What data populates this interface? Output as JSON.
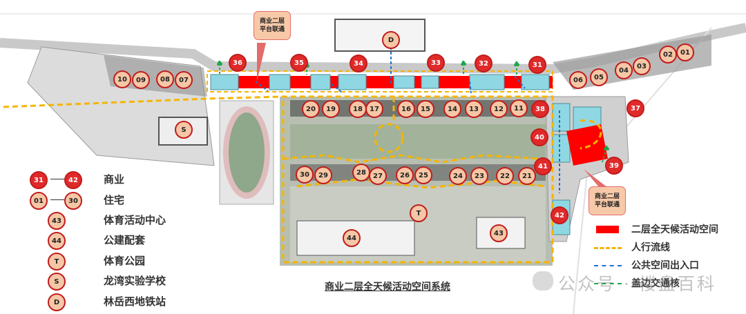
{
  "title": "商业二层全天候活动空间系统",
  "callouts": [
    {
      "line1": "商业二层",
      "line2": "平台联通"
    },
    {
      "line1": "商业二层",
      "line2": "平台联通"
    }
  ],
  "markers": [
    {
      "label": "01",
      "kind": "res"
    },
    {
      "label": "02",
      "kind": "res"
    },
    {
      "label": "03",
      "kind": "res"
    },
    {
      "label": "04",
      "kind": "res"
    },
    {
      "label": "05",
      "kind": "res"
    },
    {
      "label": "06",
      "kind": "res"
    },
    {
      "label": "07",
      "kind": "res"
    },
    {
      "label": "08",
      "kind": "res"
    },
    {
      "label": "09",
      "kind": "res"
    },
    {
      "label": "10",
      "kind": "res"
    },
    {
      "label": "11",
      "kind": "res"
    },
    {
      "label": "12",
      "kind": "res"
    },
    {
      "label": "13",
      "kind": "res"
    },
    {
      "label": "14",
      "kind": "res"
    },
    {
      "label": "15",
      "kind": "res"
    },
    {
      "label": "16",
      "kind": "res"
    },
    {
      "label": "17",
      "kind": "res"
    },
    {
      "label": "18",
      "kind": "res"
    },
    {
      "label": "19",
      "kind": "res"
    },
    {
      "label": "20",
      "kind": "res"
    },
    {
      "label": "21",
      "kind": "res"
    },
    {
      "label": "22",
      "kind": "res"
    },
    {
      "label": "23",
      "kind": "res"
    },
    {
      "label": "24",
      "kind": "res"
    },
    {
      "label": "25",
      "kind": "res"
    },
    {
      "label": "26",
      "kind": "res"
    },
    {
      "label": "27",
      "kind": "res"
    },
    {
      "label": "28",
      "kind": "res"
    },
    {
      "label": "29",
      "kind": "res"
    },
    {
      "label": "30",
      "kind": "res"
    },
    {
      "label": "31",
      "kind": "com"
    },
    {
      "label": "32",
      "kind": "com"
    },
    {
      "label": "33",
      "kind": "com"
    },
    {
      "label": "34",
      "kind": "com"
    },
    {
      "label": "35",
      "kind": "com"
    },
    {
      "label": "36",
      "kind": "com"
    },
    {
      "label": "37",
      "kind": "com"
    },
    {
      "label": "38",
      "kind": "com"
    },
    {
      "label": "39",
      "kind": "com"
    },
    {
      "label": "40",
      "kind": "com"
    },
    {
      "label": "41",
      "kind": "com"
    },
    {
      "label": "42",
      "kind": "com"
    },
    {
      "label": "S",
      "kind": "res"
    },
    {
      "label": "D",
      "kind": "res"
    },
    {
      "label": "T",
      "kind": "res"
    },
    {
      "label": "43",
      "kind": "res"
    },
    {
      "label": "44",
      "kind": "res"
    }
  ],
  "legend_left": [
    {
      "from": "31",
      "to": "42",
      "text": "商业"
    },
    {
      "from": "01",
      "to": "30",
      "text": "住宅"
    },
    {
      "code": "43",
      "text": "体育活动中心"
    },
    {
      "code": "44",
      "text": "公建配套"
    },
    {
      "code": "T",
      "text": "体育公园"
    },
    {
      "code": "S",
      "text": "龙湾实验学校"
    },
    {
      "code": "D",
      "text": "林岳西地铁站"
    }
  ],
  "legend_right": [
    {
      "text": "二层全天候活动空间",
      "color": "#ff0000"
    },
    {
      "text": "人行流线",
      "color": "#f5b400"
    },
    {
      "text": "公共空间出入口",
      "color": "#1f6fc9"
    },
    {
      "text": "盖边交通核",
      "color": "#1aa84a"
    }
  ],
  "watermark": "公众号 · 楼盘百科"
}
